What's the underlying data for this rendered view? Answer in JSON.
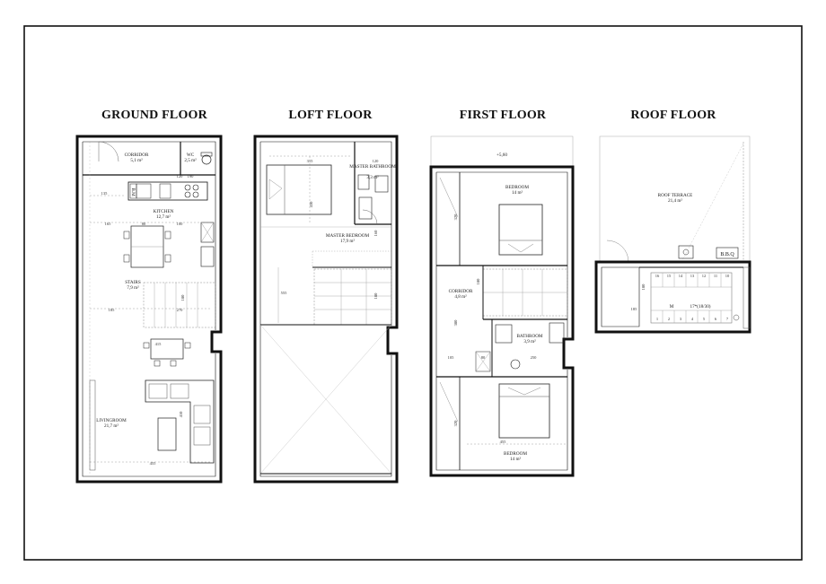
{
  "colors": {
    "line": "#111111",
    "wall": "#1a1a1a",
    "thin": "#666666",
    "background": "#ffffff"
  },
  "floors": {
    "ground": {
      "title": "GROUND FLOOR",
      "corridor_name": "CORRIDOR",
      "corridor_area": "5,1 m²",
      "wc_name": "WC",
      "wc_area": "2,5 m²",
      "kitchen_name": "KITCHEN",
      "kitchen_area": "12,7 m²",
      "stairs_name": "STAIRS",
      "stairs_area": "7,9 m²",
      "living_name": "LIVINGROOM",
      "living_area": "21,7 m²",
      "bm": "B.M",
      "dims": [
        "120",
        "190",
        "135",
        "165",
        "80",
        "100",
        "185",
        "270",
        "180",
        "415",
        "410",
        "455"
      ]
    },
    "loft": {
      "title": "LOFT FLOOR",
      "master_bath_name": "MASTER BATHROOM",
      "master_bath_area": "3,3 m²",
      "master_bed_name": "MASTER BEDROOM",
      "master_bed_area": "17,9 m²",
      "dims": [
        "315",
        "120",
        "430",
        "160",
        "555",
        "180"
      ]
    },
    "first": {
      "title": "FIRST FLOOR",
      "level": "+5,60",
      "bed1_name": "BEDROOM",
      "bed1_area": "14 m²",
      "corridor_name": "CORRIDOR",
      "corridor_area": "4,8 m²",
      "bath_name": "BATHROOM",
      "bath_area": "3,9 m²",
      "bed2_name": "BEDROOM",
      "bed2_area": "14 m²",
      "dims": [
        "320",
        "180",
        "380",
        "105",
        "80",
        "250",
        "320",
        "455"
      ]
    },
    "roof": {
      "title": "ROOF FLOOR",
      "terrace_name": "ROOF TERRACE",
      "terrace_area": "21,4 m²",
      "bbq": "B.B.Q",
      "stair_note": "17*(18/30)",
      "stair_m": "M",
      "dims": [
        "180",
        "185"
      ],
      "steps_top": [
        "16",
        "15",
        "14",
        "13",
        "12",
        "11",
        "10"
      ],
      "steps_bottom": [
        "1",
        "2",
        "3",
        "4",
        "5",
        "6",
        "7"
      ]
    }
  }
}
